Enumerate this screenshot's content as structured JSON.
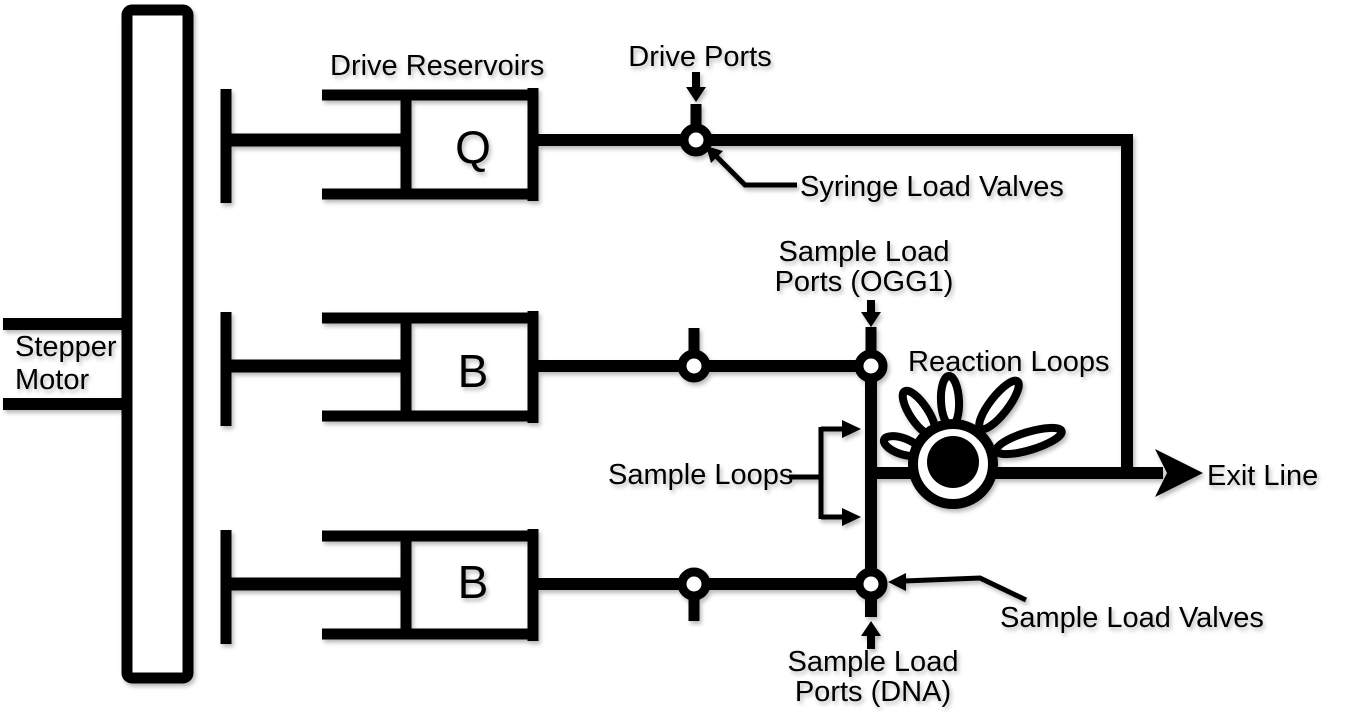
{
  "diagram": {
    "labels": {
      "stepper_line1": "Stepper",
      "stepper_line2": "Motor",
      "drive_reservoirs": "Drive Reservoirs",
      "drive_ports": "Drive Ports",
      "syringe_load_valves": "Syringe Load Valves",
      "sample_load_ports_ogg1_line1": "Sample Load",
      "sample_load_ports_ogg1_line2": "Ports (OGG1)",
      "reaction_loops": "Reaction Loops",
      "sample_loops": "Sample Loops",
      "exit_line": "Exit Line",
      "sample_load_valves": "Sample Load Valves",
      "sample_load_ports_dna_line1": "Sample Load",
      "sample_load_ports_dna_line2": "Ports (DNA)",
      "reservoir_q": "Q",
      "reservoir_b_middle": "B",
      "reservoir_b_bottom": "B"
    },
    "colors": {
      "line": "#000000",
      "fill": "#ffffff",
      "background": "#ffffff"
    }
  }
}
